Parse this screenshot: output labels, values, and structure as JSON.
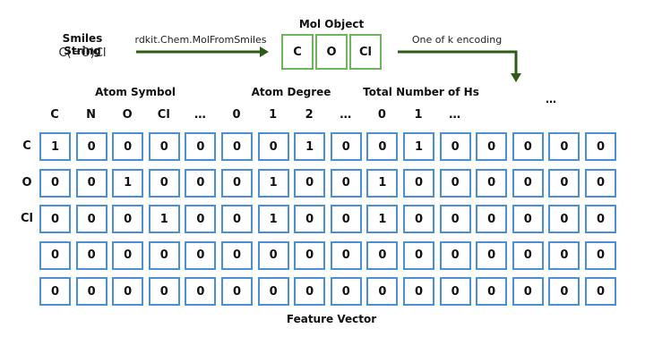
{
  "smiles": {
    "title": "Smiles String",
    "value": "C(=O)Cl"
  },
  "function_label": "rdkit.Chem.MolFromSmiles",
  "mol_object": {
    "title": "Mol Object",
    "atoms": [
      "C",
      "O",
      "Cl"
    ]
  },
  "encoding_label": "One of k encoding",
  "groups": {
    "atom_symbol": "Atom Symbol",
    "atom_degree": "Atom Degree",
    "total_hs": "Total Number of Hs",
    "extra": "…"
  },
  "columns": [
    "C",
    "N",
    "O",
    "Cl",
    "…",
    "0",
    "1",
    "2",
    "…",
    "0",
    "1",
    "…",
    "",
    "",
    "",
    "",
    ""
  ],
  "row_labels": [
    "C",
    "O",
    "Cl",
    "",
    ""
  ],
  "matrix": [
    [
      "1",
      "0",
      "0",
      "0",
      "0",
      "0",
      "0",
      "1",
      "0",
      "0",
      "1",
      "0",
      "0",
      "0",
      "0",
      "0"
    ],
    [
      "0",
      "0",
      "1",
      "0",
      "0",
      "0",
      "1",
      "0",
      "0",
      "1",
      "0",
      "0",
      "0",
      "0",
      "0",
      "0"
    ],
    [
      "0",
      "0",
      "0",
      "1",
      "0",
      "0",
      "1",
      "0",
      "0",
      "1",
      "0",
      "0",
      "0",
      "0",
      "0",
      "0"
    ],
    [
      "0",
      "0",
      "0",
      "0",
      "0",
      "0",
      "0",
      "0",
      "0",
      "0",
      "0",
      "0",
      "0",
      "0",
      "0",
      "0"
    ],
    [
      "0",
      "0",
      "0",
      "0",
      "0",
      "0",
      "0",
      "0",
      "0",
      "0",
      "0",
      "0",
      "0",
      "0",
      "0",
      "0"
    ]
  ],
  "feature_vector_label": "Feature Vector",
  "colors": {
    "cell_border": "#4a90d4",
    "mol_border": "#6fb55d",
    "arrow": "#2e5c17"
  }
}
